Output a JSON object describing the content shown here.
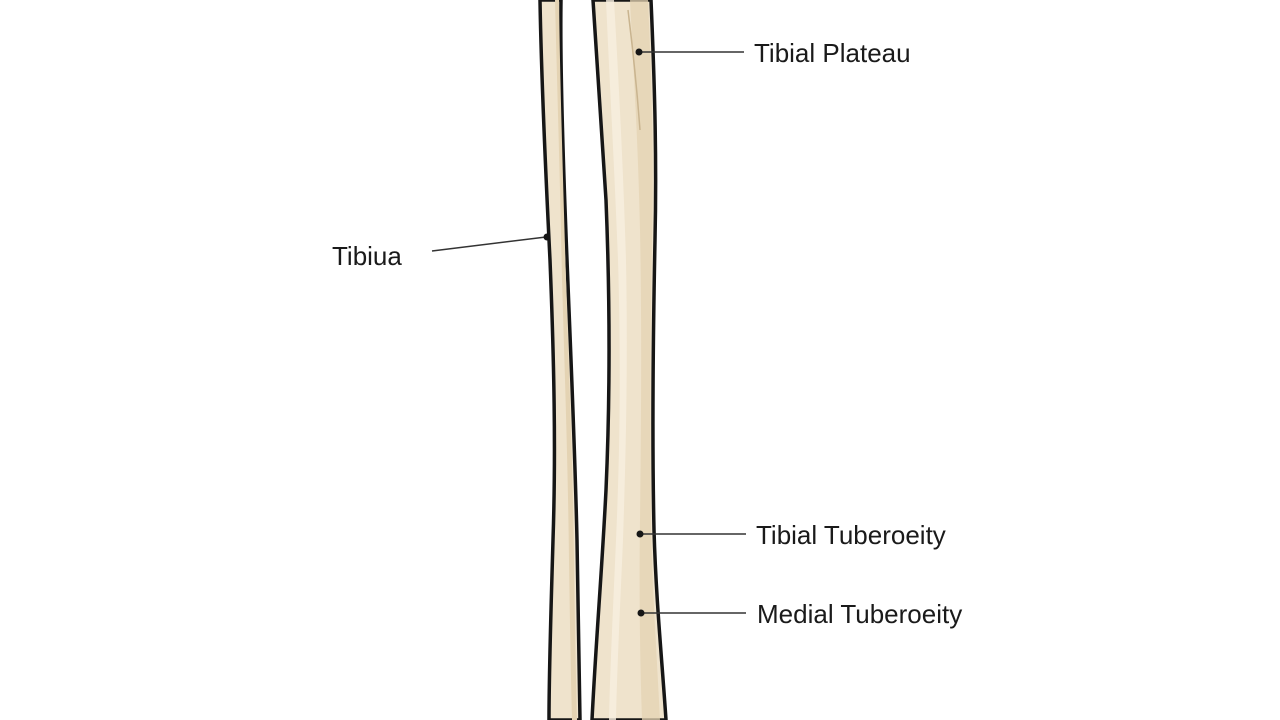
{
  "labels": {
    "tibial_plateau": "Tibial Plateau",
    "tibiua": "Tibiua",
    "tibial_tuberosity": "Tibial Tuberoeity",
    "medial_tuberosity": "Medial Tuberoeity"
  },
  "colors": {
    "background": "#ffffff",
    "bone_fill": "#efe3cc",
    "bone_shade": "#e4d3b3",
    "bone_highlight": "#f7efe0",
    "outline": "#161616",
    "leader_line": "#333333"
  }
}
